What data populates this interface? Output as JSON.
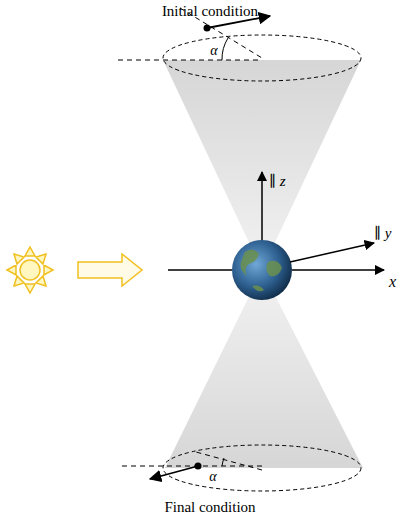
{
  "diagram": {
    "labels": [
      "Initial condition",
      "α",
      "∥ z",
      "∥ y",
      "x",
      "α",
      "Final condition"
    ]
  }
}
